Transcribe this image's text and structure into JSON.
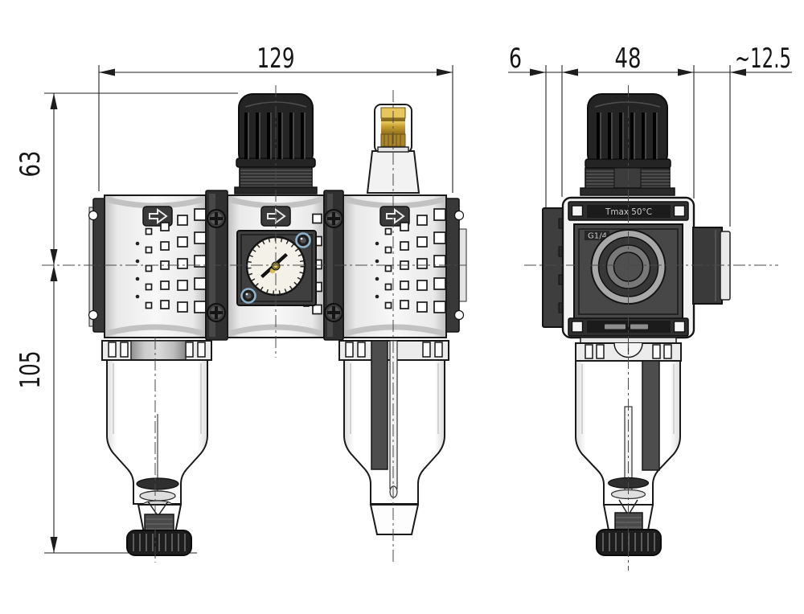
{
  "drawing": {
    "description": "Two-view dimensioned technical drawing of a filter-regulator-lubricator (FRL) air service unit",
    "views": {
      "front_label": "front-view",
      "side_label": "side-view"
    },
    "dimensions": {
      "overall_width": "129",
      "upper_height": "63",
      "lower_height": "105",
      "bracket_offset": "6",
      "body_width": "48",
      "port_depth": "~12.5"
    },
    "markings": {
      "tmax": "Tmax 50°C",
      "port": "G1/4"
    },
    "colors": {
      "line": "#1a1a1a",
      "dark_part": "#2e2e2e",
      "light_part": "#f2f2f2",
      "brass": "#c79f2e",
      "screw_accent": "#8fb3cd",
      "gauge_face": "#f4f1e9"
    }
  }
}
